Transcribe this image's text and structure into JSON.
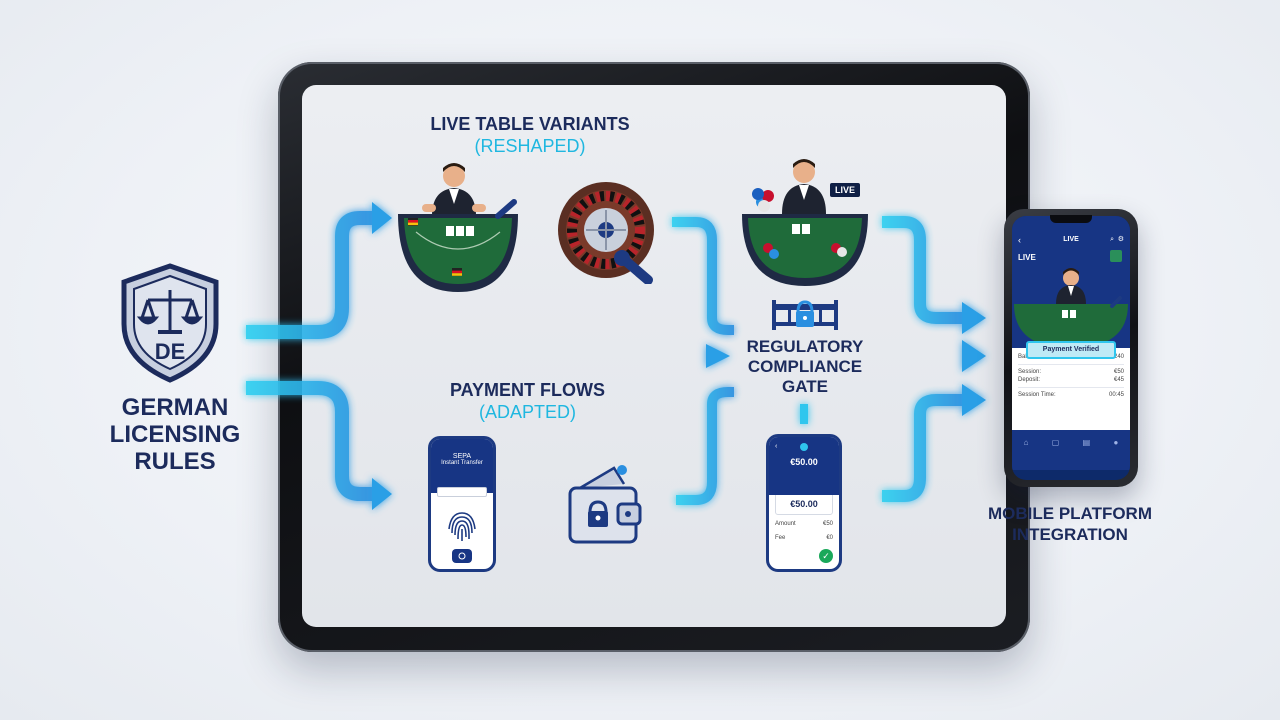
{
  "left": {
    "shield_code": "DE",
    "title_lines": [
      "GERMAN",
      "LICENSING",
      "RULES"
    ]
  },
  "live": {
    "title": "LIVE TABLE VARIANTS",
    "subtitle": "(RESHAPED)",
    "badge": "LIVE"
  },
  "payment": {
    "title": "PAYMENT FLOWS",
    "subtitle": "(ADAPTED)",
    "sepa_line1": "SEPA",
    "sepa_line2": "Instant Transfer",
    "amount_top": "€50.00",
    "amount_card": "€50.00",
    "row1_label": "Amount",
    "row1_value": "€50",
    "row2_label": "Fee",
    "row2_value": "€0"
  },
  "gate": {
    "lines": [
      "REGULATORY",
      "COMPLIANCE",
      "GATE"
    ]
  },
  "mobile": {
    "label_lines": [
      "MOBILE PLATFORM",
      "INTEGRATION"
    ],
    "header_title": "LIVE",
    "live_tag": "LIVE",
    "toast": "Payment Verified",
    "rows": [
      {
        "label": "Balance:",
        "value": "€240"
      },
      {
        "label": "Session:",
        "value": "€50"
      },
      {
        "label": "Deposit:",
        "value": "€45"
      },
      {
        "label": "Session Time:",
        "value": "00:45"
      }
    ]
  },
  "colors": {
    "navy": "#1c2b5c",
    "cyan": "#1fb7e0",
    "felt": "#1f6b3a",
    "phone_blue": "#173584"
  }
}
